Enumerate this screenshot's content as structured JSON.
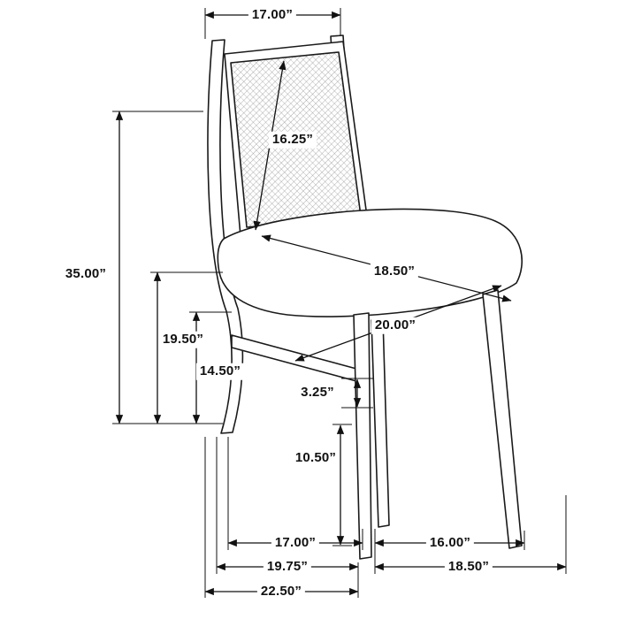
{
  "diagram": {
    "subject": "side chair line drawing with dimension annotations",
    "units": "inches"
  },
  "dimensions": {
    "back_top_width": "17.00”",
    "backrest_diagonal": "16.25”",
    "overall_height": "35.00”",
    "back_post_height": "19.50”",
    "seat_back_height": "14.50”",
    "seat_depth_diagonal": "18.50”",
    "seat_width_diagonal": "20.00”",
    "seat_frame_thickness": "3.25”",
    "leg_height": "10.50”",
    "floor_leg_depth": "17.00”",
    "front_leg_width": "16.00”",
    "base_depth": "19.75”",
    "base_width": "18.50”",
    "overall_depth": "22.50”"
  }
}
